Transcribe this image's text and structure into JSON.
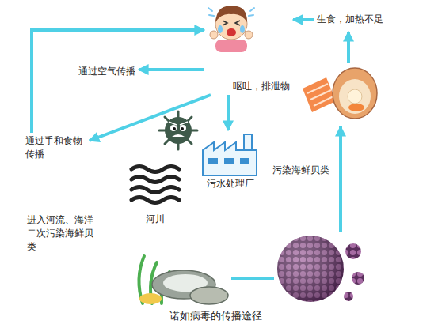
{
  "diagram": {
    "caption": "诺如病毒的传播途径",
    "nodes": [
      {
        "text": [
          "呕吐，排泄物"
        ]
      },
      {
        "text": [
          "生食，加热不足"
        ]
      },
      {
        "text": [
          "通过空气传播"
        ]
      },
      {
        "text": [
          "通过手和食物传播"
        ]
      },
      {
        "text": [
          "污水处理厂"
        ]
      },
      {
        "text": [
          "河川"
        ]
      },
      {
        "text": [
          "进入河流、海洋二次污染海鲜贝类"
        ]
      },
      {
        "text": [
          "污染海鲜贝类"
        ]
      }
    ],
    "edges": [
      {
        "from": 1,
        "to": 0,
        "arrow": "to"
      },
      {
        "from": 0,
        "to": 2,
        "arrow": "to"
      },
      {
        "from": 0,
        "to": 3,
        "arrow": "to"
      },
      {
        "from": 0,
        "to": 4,
        "arrow": "to"
      },
      {
        "from": 3,
        "to": 0,
        "arrow": "to"
      }
    ]
  }
}
